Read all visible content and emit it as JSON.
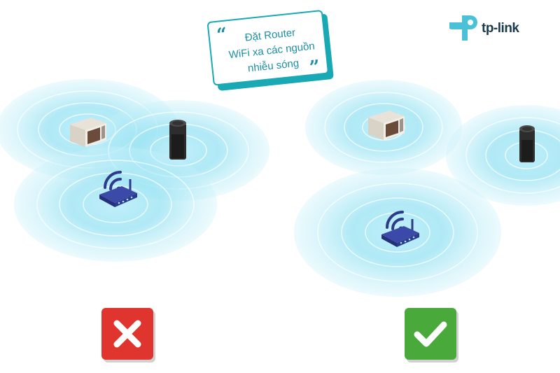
{
  "colors": {
    "accent": "#19a9b5",
    "wave": "#6fd3ec",
    "wrong": "#e0352f",
    "right": "#4aa93b",
    "router": "#2e3a8c"
  },
  "note": {
    "lines": [
      "Đặt Router",
      "WiFi xa các nguồn",
      "nhiễu sóng"
    ]
  },
  "brand": {
    "name": "tp-link",
    "icon": "tp-link-logo-icon"
  },
  "icons": {
    "microwave": "microwave-icon",
    "speaker": "smart-speaker-icon",
    "router": "wifi-router-icon",
    "wrong": "cross-icon",
    "right": "checkmark-icon"
  },
  "panels": {
    "bad": {
      "label": "",
      "status": "wrong"
    },
    "good": {
      "label": "",
      "status": "right"
    }
  }
}
